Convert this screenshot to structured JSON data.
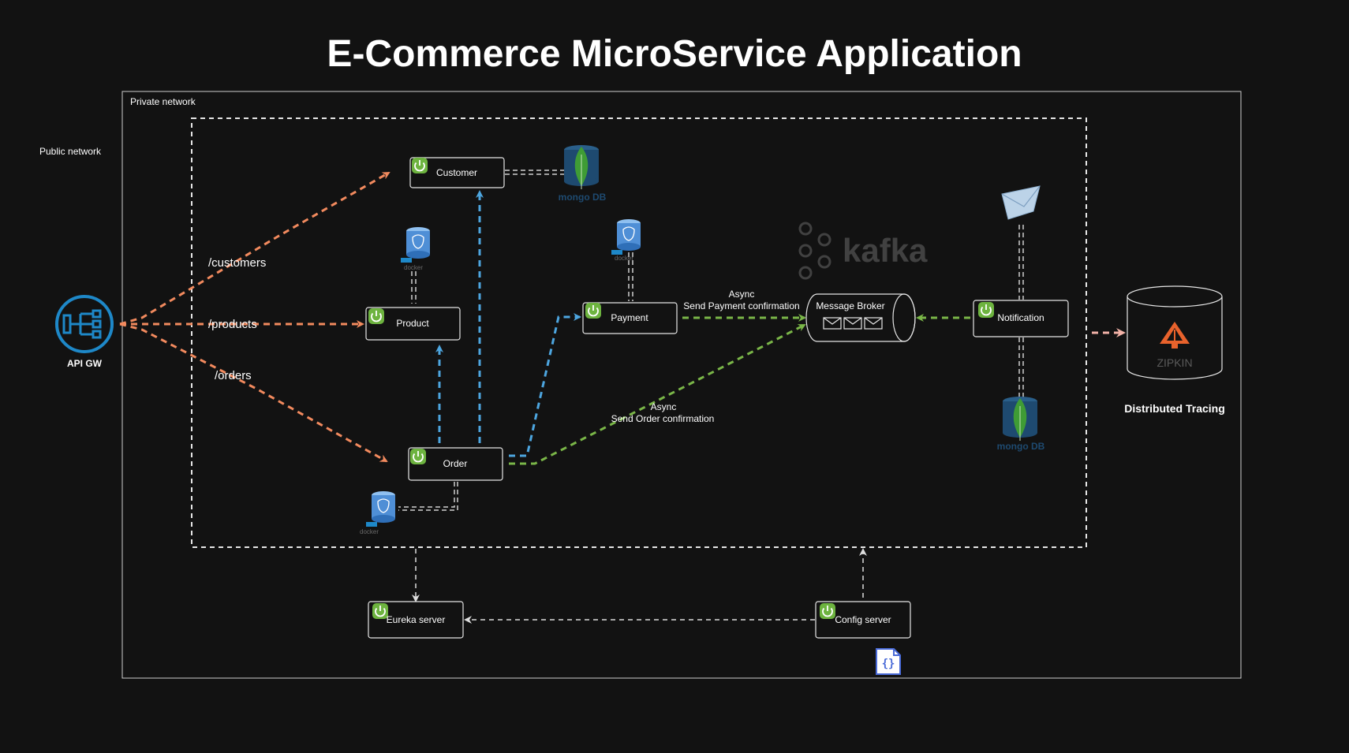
{
  "title": "E-Commerce MicroService Application",
  "zones": {
    "public": "Public network",
    "private": "Private network"
  },
  "gateway": {
    "label": "API GW"
  },
  "routes": {
    "customers": "/customers",
    "products": "/products",
    "orders": "/orders"
  },
  "services": {
    "customer": "Customer",
    "product": "Product",
    "order": "Order",
    "payment": "Payment",
    "notification": "Notification",
    "eureka": "Eureka server",
    "config": "Config server"
  },
  "broker": {
    "label": "Message Broker",
    "logo": "kafka"
  },
  "messages": {
    "payment_async": "Async",
    "payment_desc": "Send Payment confirmation",
    "order_async": "Async",
    "order_desc": "Send Order confirmation"
  },
  "databases": {
    "mongo": "mongo DB",
    "docker": "docker"
  },
  "tracing": {
    "logo": "ZIPKIN",
    "label": "Distributed Tracing"
  },
  "colors": {
    "background": "#121212",
    "route_arrow": "#f28a5e",
    "sync_arrow": "#4da6e0",
    "async_arrow": "#7ab648",
    "spring": "#6db33f",
    "mongo": "#3f9c35",
    "zipkin": "#e8622c",
    "gateway": "#1e88c8"
  }
}
